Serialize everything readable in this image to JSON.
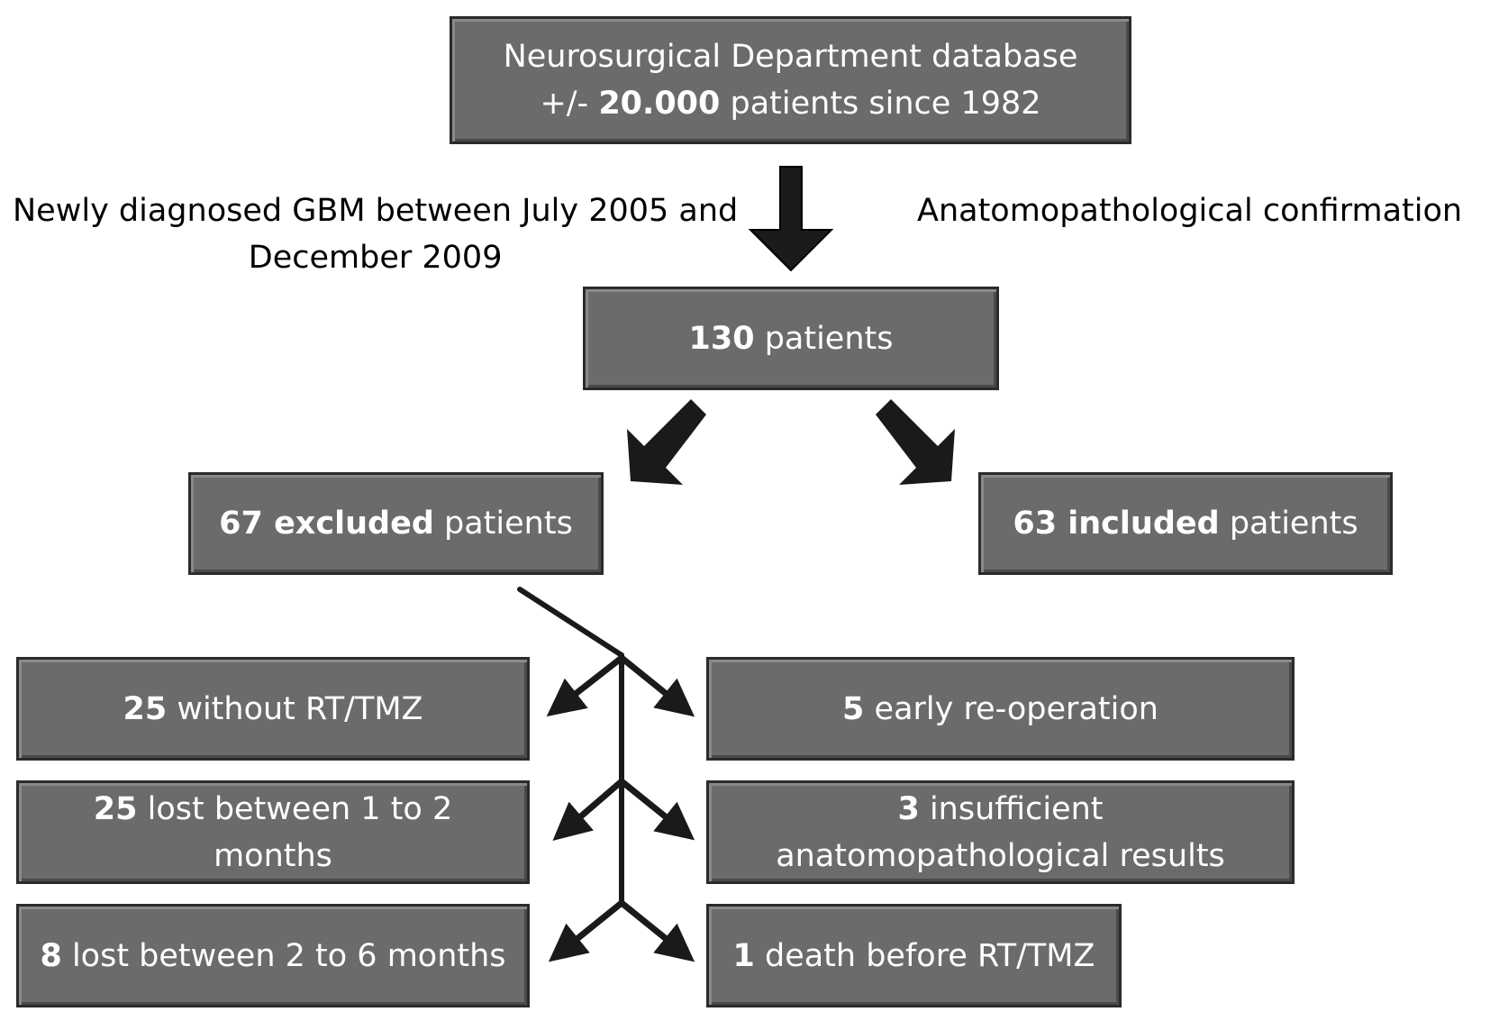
{
  "boxes": {
    "database": {
      "line1": "Neurosurgical Department database",
      "line2_pre": "+/- ",
      "line2_bold": "20.000",
      "line2_post": " patients since 1982"
    },
    "total": {
      "bold": "130",
      "text": " patients"
    },
    "excluded": {
      "bold": "67 excluded",
      "text": " patients"
    },
    "included": {
      "bold": "63 included",
      "text": " patients"
    },
    "without_rt": {
      "bold": "25",
      "text": " without RT/TMZ"
    },
    "lost_1_2": {
      "bold": "25",
      "line1": " lost between 1 to 2",
      "line2": "months"
    },
    "lost_2_6": {
      "bold": "8",
      "text": " lost between 2 to 6 months"
    },
    "reoperation": {
      "bold": "5",
      "text": " early re-operation"
    },
    "insufficient": {
      "bold": "3",
      "line1": " insufficient",
      "line2": "anatomopathological results"
    },
    "death": {
      "bold": "1",
      "text": " death before RT/TMZ"
    }
  },
  "labels": {
    "criteria_left_line1": "Newly diagnosed GBM between July 2005 and",
    "criteria_left_line2": "December 2009",
    "criteria_right": "Anatomopathological confirmation"
  },
  "colors": {
    "box_fill": "#6b6b6b",
    "box_border": "#2b2b2b",
    "arrow": "#1a1a1a"
  }
}
